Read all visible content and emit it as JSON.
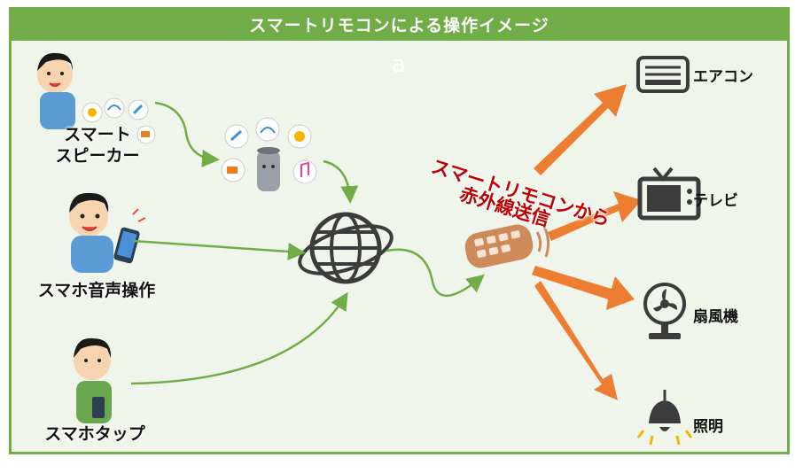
{
  "title": "スマートリモコンによる操作イメージ",
  "stray_char": "a",
  "users": [
    {
      "label_line1": "スマート",
      "label_line2": "スピーカー"
    },
    {
      "label": "スマホ音声操作"
    },
    {
      "label": "スマホタップ"
    }
  ],
  "ir_label": {
    "line1": "スマートリモコンから",
    "line2": "赤外線送信"
  },
  "devices": [
    {
      "label": "エアコン",
      "icon": "air-conditioner-icon"
    },
    {
      "label": "テレビ",
      "icon": "tv-icon"
    },
    {
      "label": "扇風機",
      "icon": "fan-icon"
    },
    {
      "label": "照明",
      "icon": "lamp-icon"
    }
  ],
  "colors": {
    "header": "#70ad47",
    "arrow_green": "#70ad47",
    "arrow_orange": "#ed7d31",
    "ir_text": "#c00000",
    "background": "#f0f5eb"
  }
}
